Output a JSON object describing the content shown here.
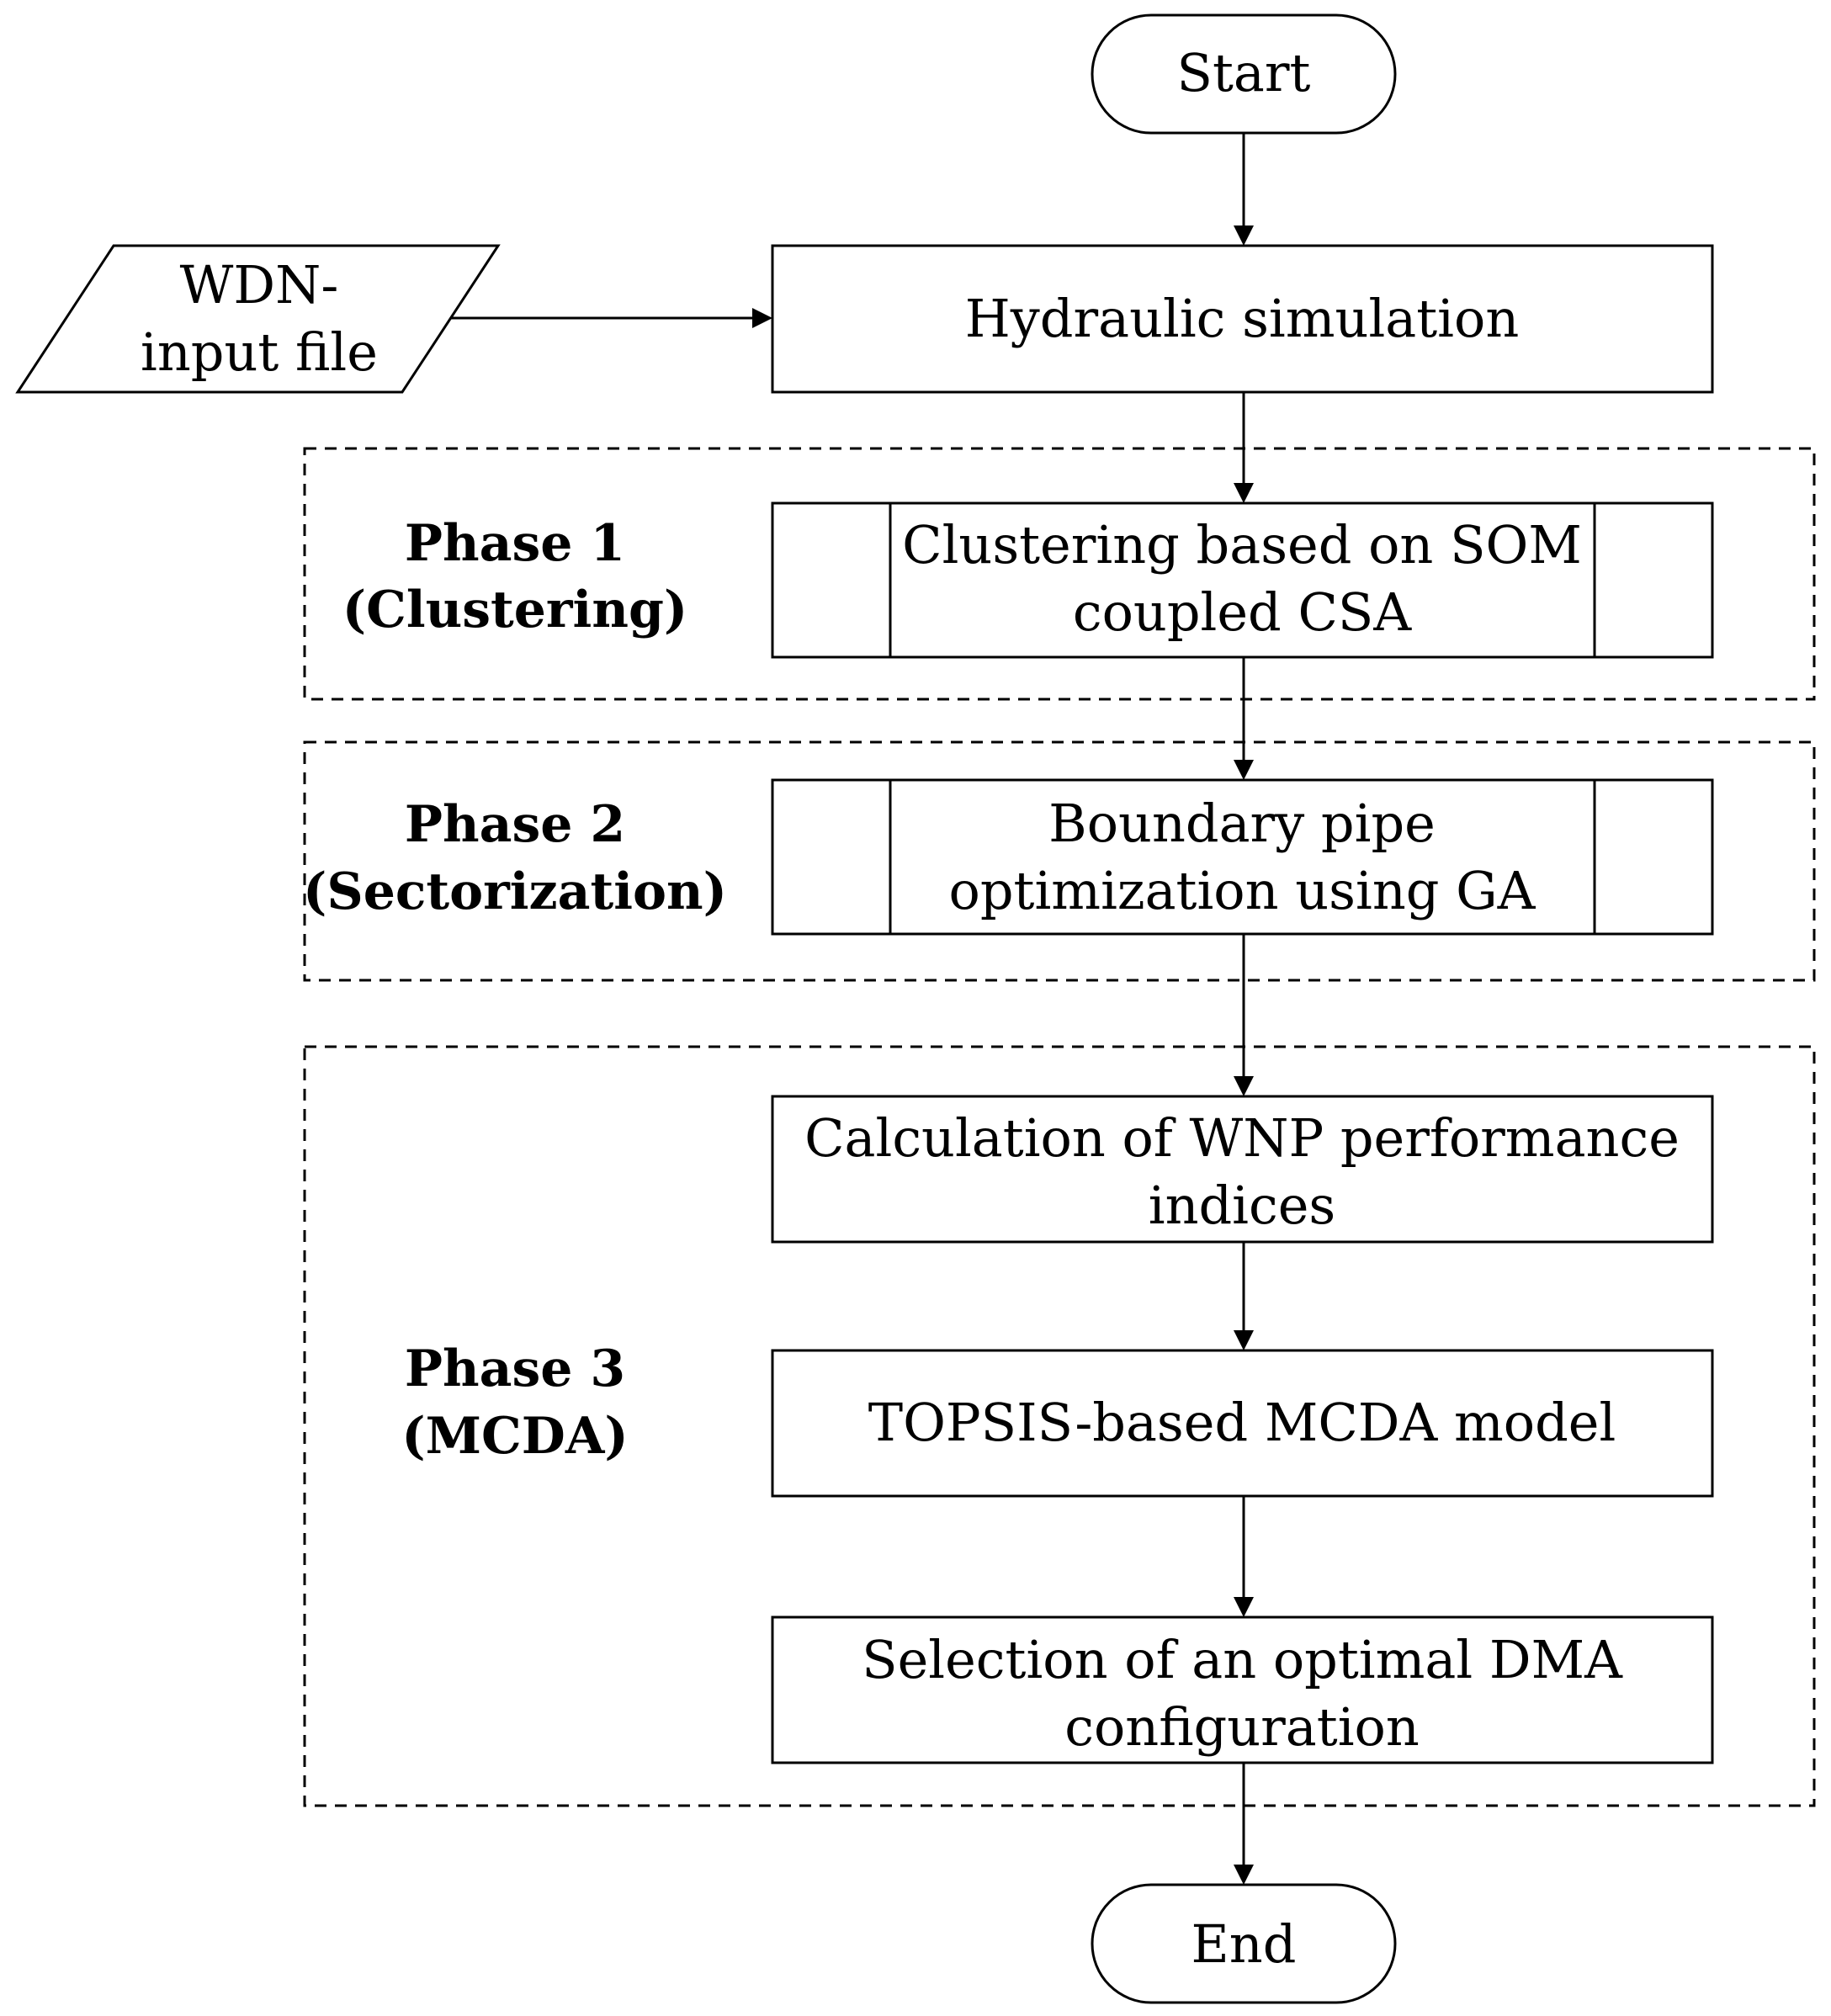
{
  "nodes": {
    "start": "Start",
    "input_line1": "WDN-",
    "input_line2": "input file",
    "hydraulic": "Hydraulic simulation",
    "clustering_line1": "Clustering  based on SOM",
    "clustering_line2": "coupled CSA",
    "boundary_line1": "Boundary pipe",
    "boundary_line2": "optimization using GA",
    "calculation_line1": "Calculation  of WNP performance",
    "calculation_line2": "indices",
    "topsis": "TOPSIS-based MCDA model",
    "selection_line1": "Selection of an optimal DMA",
    "selection_line2": "configuration",
    "end": "End"
  },
  "phases": {
    "phase1_line1": "Phase 1",
    "phase1_line2": "(Clustering)",
    "phase2_line1": "Phase 2",
    "phase2_line2": "(Sectorization)",
    "phase3_line1": "Phase 3",
    "phase3_line2": "(MCDA)"
  }
}
